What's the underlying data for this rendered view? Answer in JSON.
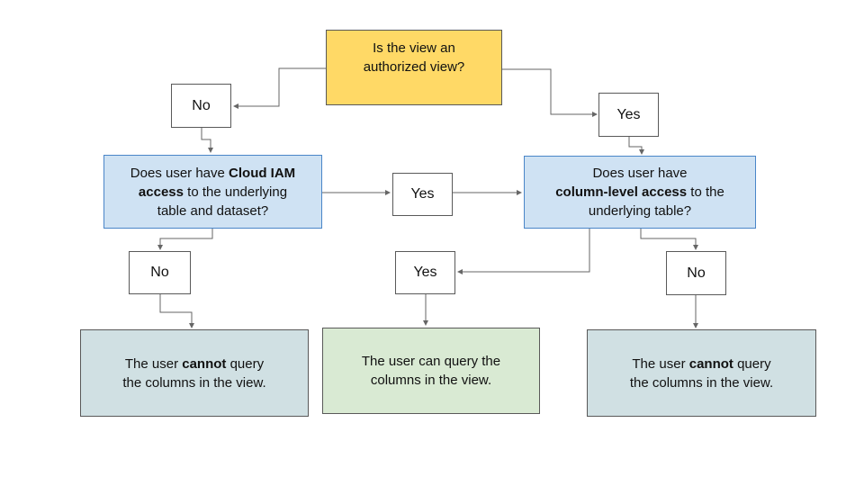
{
  "colors": {
    "yellow_fill": "#FFD966",
    "blue_fill": "#CFE2F3",
    "blue_border": "#4A86C8",
    "green_fill": "#D9EAD3",
    "cyan_fill": "#D0E0E3",
    "box_border": "#595959",
    "connector": "#666666"
  },
  "nodes": {
    "authorized_view_question": {
      "lines": [
        [
          {
            "text": "Is the view an",
            "bold": false
          }
        ],
        [
          {
            "text": "authorized view?",
            "bold": false
          }
        ]
      ]
    },
    "no_top": {
      "label": "No"
    },
    "yes_top": {
      "label": "Yes"
    },
    "iam_question": {
      "lines": [
        [
          {
            "text": "Does user have ",
            "bold": false
          },
          {
            "text": "Cloud IAM",
            "bold": true
          }
        ],
        [
          {
            "text": "access",
            "bold": true
          },
          {
            "text": " to the underlying",
            "bold": false
          }
        ],
        [
          {
            "text": "table and dataset?",
            "bold": false
          }
        ]
      ]
    },
    "yes_mid": {
      "label": "Yes"
    },
    "column_question": {
      "lines": [
        [
          {
            "text": "Does user have",
            "bold": false
          }
        ],
        [
          {
            "text": "column-level access",
            "bold": true
          },
          {
            "text": " to the",
            "bold": false
          }
        ],
        [
          {
            "text": "underlying table?",
            "bold": false
          }
        ]
      ]
    },
    "no_lower_left": {
      "label": "No"
    },
    "yes_lower_center": {
      "label": "Yes"
    },
    "no_lower_right": {
      "label": "No"
    },
    "result_cannot_left": {
      "lines": [
        [
          {
            "text": "The user ",
            "bold": false
          },
          {
            "text": "cannot",
            "bold": true
          },
          {
            "text": " query",
            "bold": false
          }
        ],
        [
          {
            "text": "the columns in the view.",
            "bold": false
          }
        ]
      ]
    },
    "result_can": {
      "lines": [
        [
          {
            "text": "The user can query the",
            "bold": false
          }
        ],
        [
          {
            "text": "columns in the view.",
            "bold": false
          }
        ]
      ]
    },
    "result_cannot_right": {
      "lines": [
        [
          {
            "text": "The user ",
            "bold": false
          },
          {
            "text": "cannot",
            "bold": true
          },
          {
            "text": " query",
            "bold": false
          }
        ],
        [
          {
            "text": "the columns in the view.",
            "bold": false
          }
        ]
      ]
    }
  }
}
